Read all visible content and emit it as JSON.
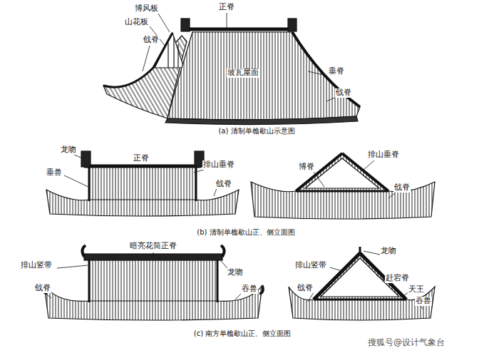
{
  "diagram": {
    "labels": [
      "博风板",
      "山花板",
      "正脊",
      "戗脊",
      "垂脊",
      "坡瓦屋面",
      "戗脊",
      "(a) 清制单檐歇山示意图",
      "龙吻",
      "正脊",
      "排山垂脊",
      "垂兽",
      "戗脊",
      "博脊",
      "排山垂脊",
      "戗脊",
      "(b) 清制单檐歇山正、侧立面图",
      "暗亮花筒正脊",
      "龙吻",
      "排山竖带",
      "戗脊",
      "吞兽",
      "龙吻",
      "排山竖带",
      "赶宕脊",
      "天王",
      "吞兽",
      "戗脊",
      "(c) 南方单檐歇山正、侧立面图",
      "搜狐号@设计气象台"
    ]
  }
}
